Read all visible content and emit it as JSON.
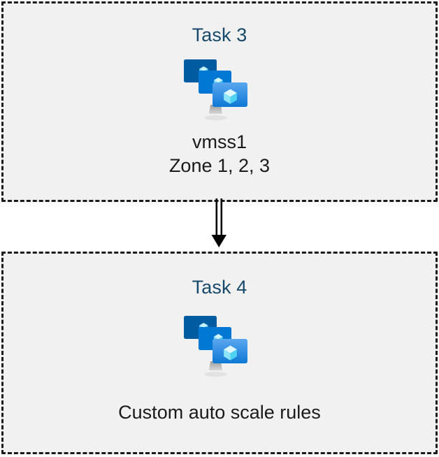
{
  "diagram": {
    "title_color": "#17496b",
    "box_fill": "#f1f1f1",
    "box_border_color": "#1b1b1b",
    "page_background": "#ffffff",
    "icon_colors": {
      "monitor_back": "#005ba1",
      "monitor_middle": "#0078d4",
      "monitor_front_top": "#52a4ef",
      "monitor_front_bottom": "#0f7ddb",
      "cube_light": "#c3f1fd",
      "cube_mid": "#50e6ff",
      "stand": "#a8a8a8"
    },
    "boxes": [
      {
        "id": "task-3",
        "title": "Task 3",
        "icon": "azure-vm-scale-set-icon",
        "caption_lines": [
          "vmss1",
          "Zone 1, 2, 3"
        ]
      },
      {
        "id": "task-4",
        "title": "Task 4",
        "icon": "azure-vm-scale-set-icon",
        "caption_lines": [
          "Custom auto scale rules"
        ]
      }
    ],
    "connector": {
      "name": "arrow-down",
      "from": "Task 3",
      "to": "Task 4",
      "style": "double-line-with-solid-arrowhead",
      "color": "#000000"
    }
  }
}
